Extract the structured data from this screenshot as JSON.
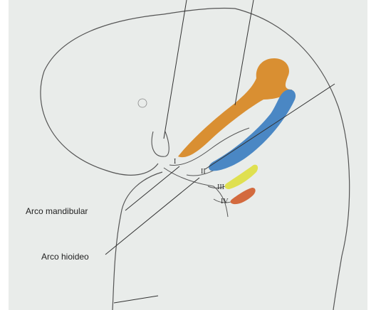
{
  "labels": {
    "arco_mandibular": "Arco mandibular",
    "arco_hioideo": "Arco hioideo"
  },
  "arch_numerals": [
    "I",
    "II",
    "III",
    "IV"
  ],
  "colors": {
    "paper": "#e9ecea",
    "outline": "#555555",
    "orange": "#d98f32",
    "blue": "#4a87c4",
    "yellow": "#dfe050",
    "red": "#d36a3e"
  }
}
